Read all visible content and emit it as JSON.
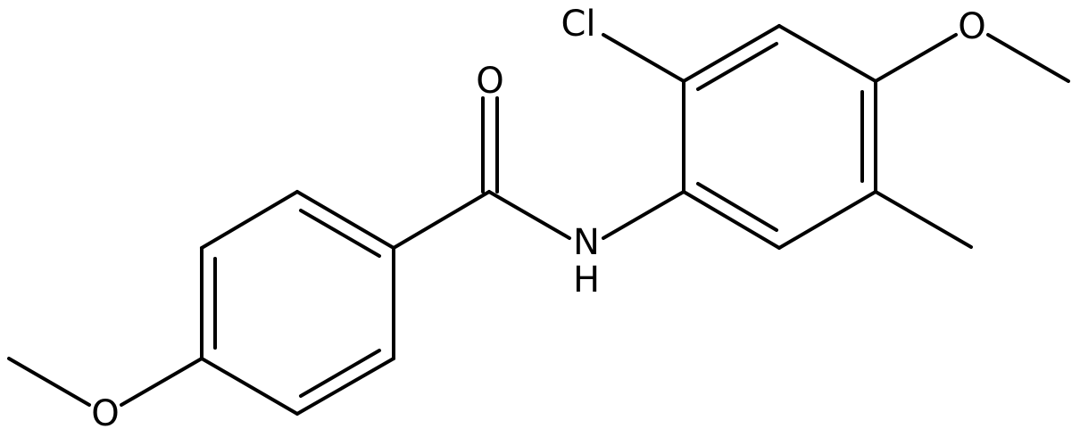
{
  "molecule": {
    "atoms": {
      "chlorine": "Cl",
      "carbonyl_oxygen": "O",
      "amide_nitrogen": "N",
      "amide_hydrogen": "H",
      "methoxy_oxygen_right": "O",
      "methoxy_oxygen_left": "O"
    }
  },
  "colors": {
    "bond": "#000000",
    "label": "#000000",
    "background": "#ffffff"
  }
}
